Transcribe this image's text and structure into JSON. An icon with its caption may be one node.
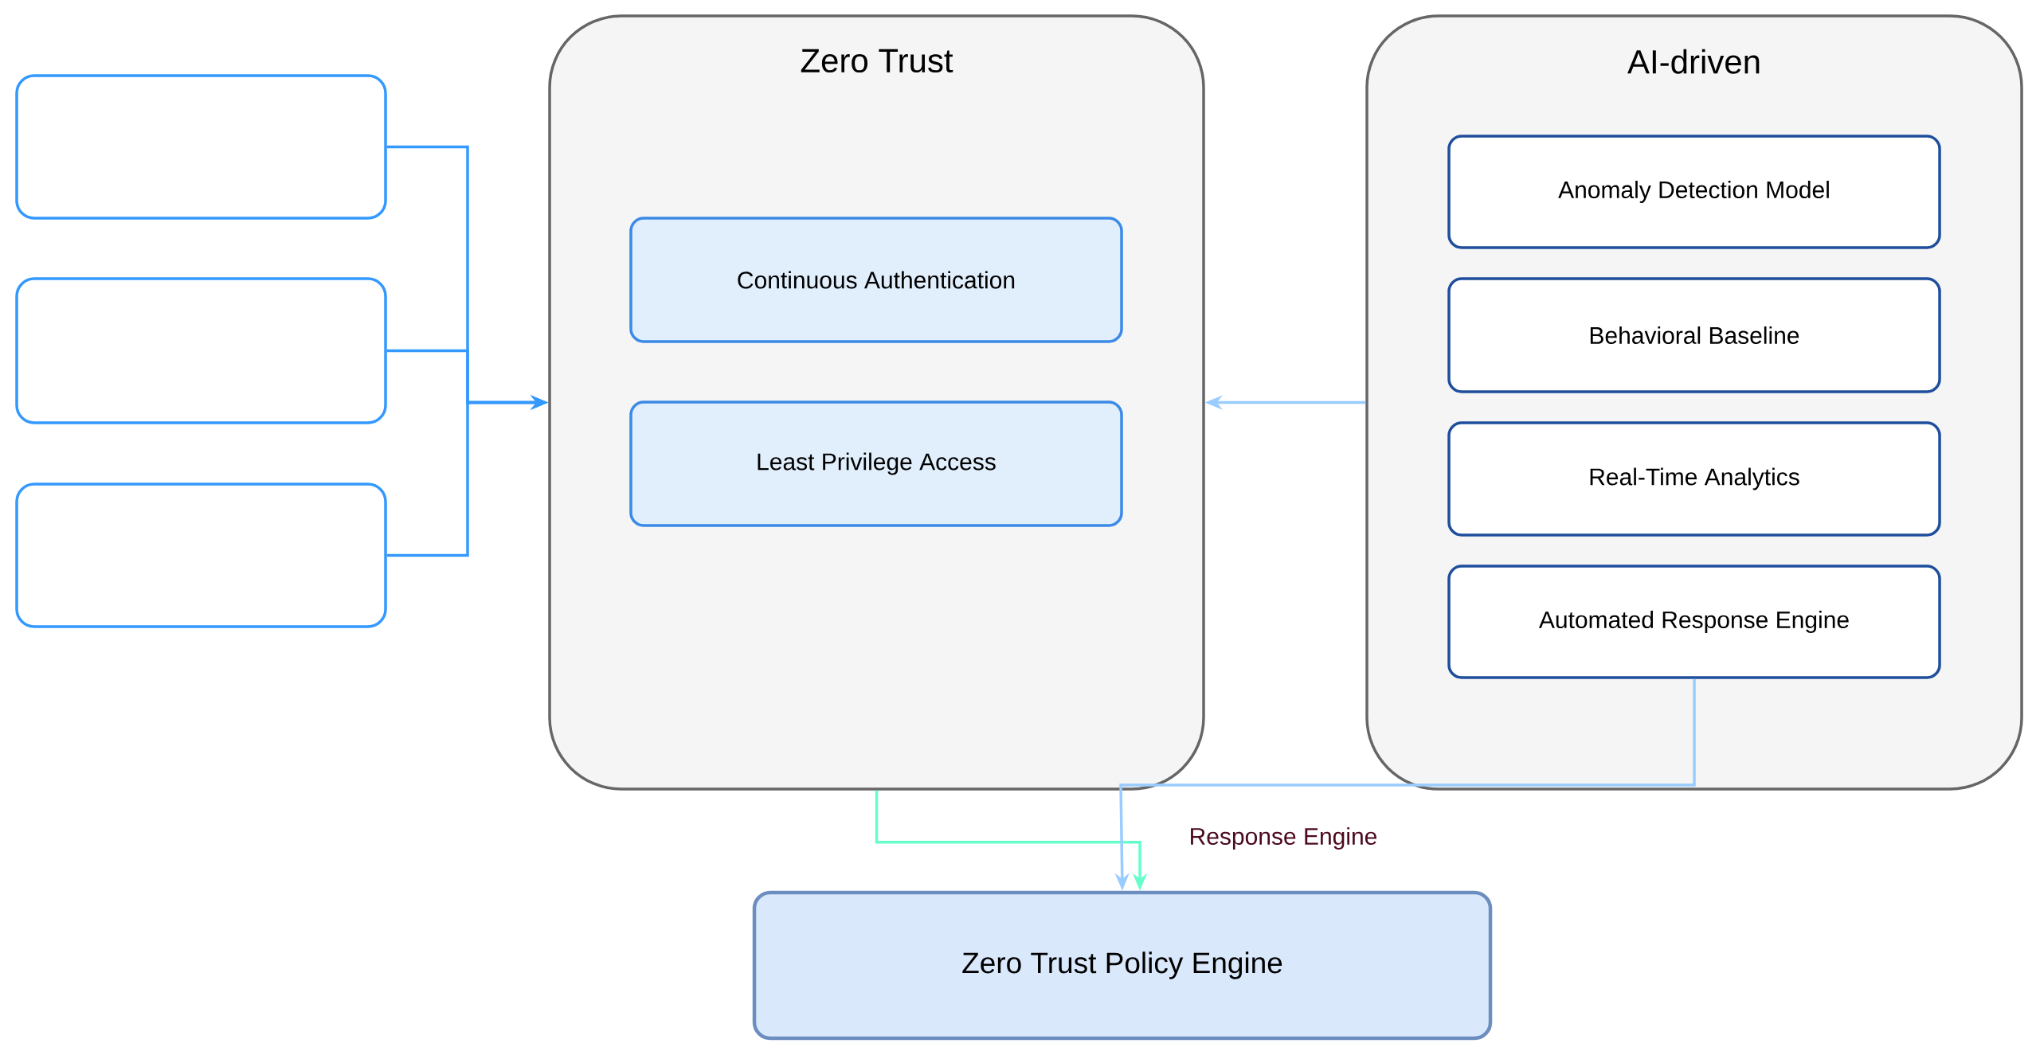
{
  "diagram": {
    "nodes": [
      {
        "text": [],
        "shape": "box"
      },
      {
        "text": [],
        "shape": "box"
      },
      {
        "text": [],
        "shape": "box"
      },
      {
        "text": [
          "Zero Trust"
        ]
      },
      {
        "text": [
          "Continuous Authentication"
        ],
        "in": 3
      },
      {
        "text": [
          "Least Privilege Access"
        ],
        "in": 3
      },
      {
        "text": [
          "AI-driven"
        ]
      },
      {
        "text": [
          "Anomaly Detection Model"
        ],
        "in": 6
      },
      {
        "text": [
          "Behavioral Baseline"
        ],
        "in": 6
      },
      {
        "text": [
          "Real-Time Analytics"
        ],
        "in": 6
      },
      {
        "text": [
          "Automated Response Engine"
        ],
        "in": 6
      },
      {
        "text": [
          "Zero Trust Policy Engine"
        ]
      }
    ],
    "edges": [
      {
        "from": 0,
        "to": 3,
        "arrow": "to"
      },
      {
        "from": 1,
        "to": 3,
        "arrow": "to"
      },
      {
        "from": 2,
        "to": 3,
        "arrow": "to"
      },
      {
        "from": 6,
        "to": 3,
        "arrow": "to",
        "color": "#99ccff"
      },
      {
        "from": 3,
        "to": 11,
        "arrow": "to",
        "color": "#66ffcc"
      },
      {
        "from": 10,
        "to": 11,
        "arrow": "to",
        "color": "#99ccff",
        "label": "Response Engine"
      }
    ]
  }
}
